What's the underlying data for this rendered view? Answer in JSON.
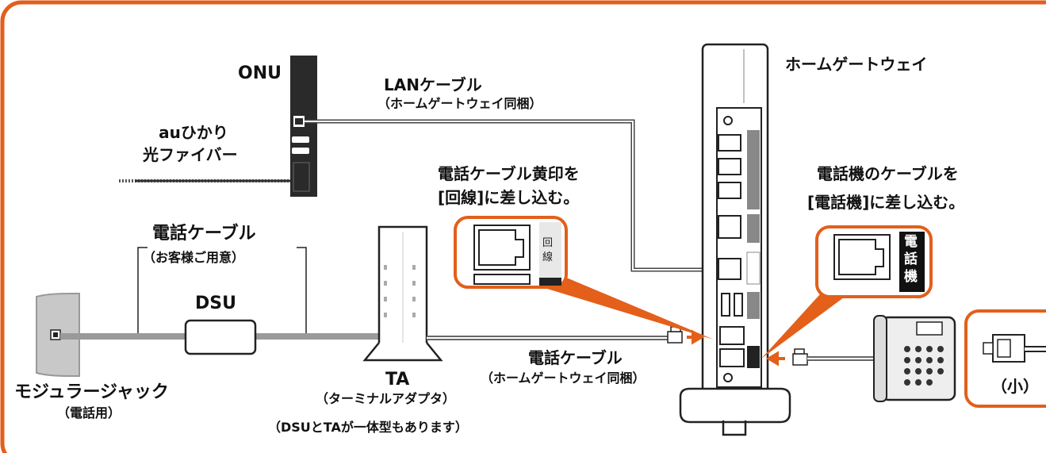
{
  "colors": {
    "accent": "#e35f1a",
    "device_dark": "#2a2a2a",
    "cable_gray": "#9a9a9a"
  },
  "labels": {
    "onu": "ONU",
    "fiber_line1": "auひかり",
    "fiber_line2": "光ファイバー",
    "lan_cable": "LANケーブル",
    "lan_cable_sub": "（ホームゲートウェイ同梱）",
    "hgw": "ホームゲートウェイ",
    "line_port_line1": "電話ケーブル黄印を",
    "line_port_line2": "[回線]に差し込む。",
    "phone_port_line1": "電話機のケーブルを",
    "phone_port_line2": "[電話機]に差し込む。",
    "user_cable": "電話ケーブル",
    "user_cable_sub": "（お客様ご用意）",
    "dsu": "DSU",
    "modular_jack": "モジュラージャック",
    "modular_jack_sub": "（電話用）",
    "ta": "TA",
    "ta_sub": "（ターミナルアダプタ）",
    "ta_note": "（DSUとTAが一体型もあります）",
    "phone_cable": "電話ケーブル",
    "phone_cable_sub": "（ホームゲートウェイ同梱）",
    "small": "（小）",
    "port_line_char1": "回",
    "port_line_char2": "線",
    "port_phone_char1": "電",
    "port_phone_char2": "話",
    "port_phone_char3": "機"
  }
}
